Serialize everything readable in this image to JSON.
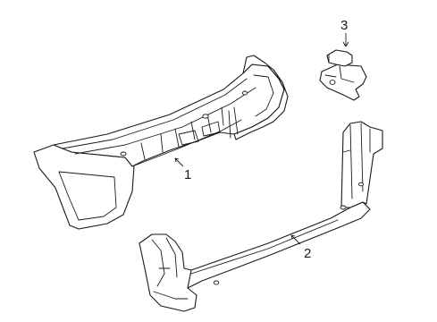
{
  "callouts": {
    "part1": "1",
    "part2": "2",
    "part3": "3"
  }
}
